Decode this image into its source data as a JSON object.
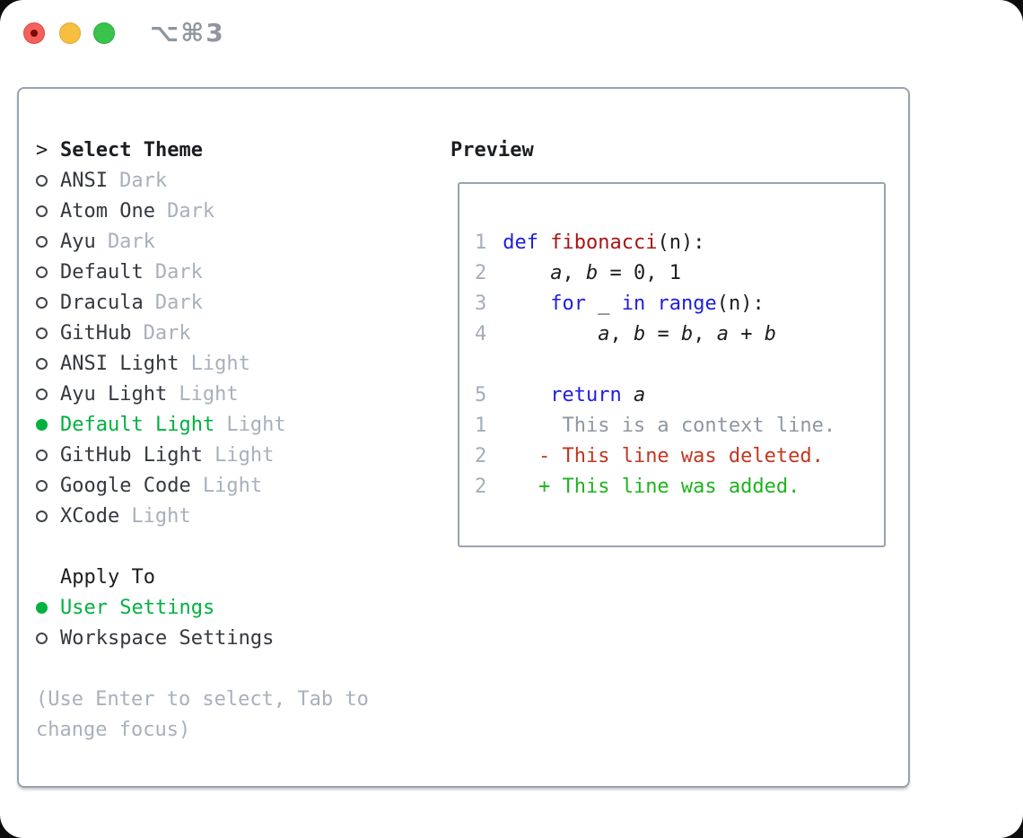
{
  "window": {
    "title": "⌥⌘3",
    "traffic_lights": [
      "close",
      "minimize",
      "zoom"
    ]
  },
  "colors": {
    "accent_green": "#00b140",
    "keyword_blue": "#1d1de0",
    "function_red": "#a81414",
    "diff_red": "#c23621",
    "diff_green": "#1fb31f",
    "muted_gray": "#a8b0bc",
    "border_gray": "#9aa2af"
  },
  "theme_panel": {
    "header": {
      "prefix": ">",
      "label": "Select Theme"
    },
    "themes": [
      {
        "name": "ANSI",
        "variant": "Dark",
        "selected": false
      },
      {
        "name": "Atom One",
        "variant": "Dark",
        "selected": false
      },
      {
        "name": "Ayu",
        "variant": "Dark",
        "selected": false
      },
      {
        "name": "Default",
        "variant": "Dark",
        "selected": false
      },
      {
        "name": "Dracula",
        "variant": "Dark",
        "selected": false
      },
      {
        "name": "GitHub",
        "variant": "Dark",
        "selected": false
      },
      {
        "name": "ANSI Light",
        "variant": "Light",
        "selected": false
      },
      {
        "name": "Ayu Light",
        "variant": "Light",
        "selected": false
      },
      {
        "name": "Default Light",
        "variant": "Light",
        "selected": true
      },
      {
        "name": "GitHub Light",
        "variant": "Light",
        "selected": false
      },
      {
        "name": "Google Code",
        "variant": "Light",
        "selected": false
      },
      {
        "name": "XCode",
        "variant": "Light",
        "selected": false
      }
    ],
    "apply_to": {
      "label": "Apply To",
      "options": [
        {
          "name": "User Settings",
          "selected": true
        },
        {
          "name": "Workspace Settings",
          "selected": false
        }
      ]
    },
    "hint_lines": [
      "(Use Enter to select, Tab to",
      "change focus)"
    ]
  },
  "preview": {
    "label": "Preview",
    "lines": [
      {
        "num": "1",
        "segments": [
          {
            "t": "def",
            "c": "kw"
          },
          {
            "t": " "
          },
          {
            "t": "fibonacci",
            "c": "fn"
          },
          {
            "t": "(n):"
          }
        ]
      },
      {
        "num": "2",
        "segments": [
          {
            "t": "    "
          },
          {
            "t": "a",
            "c": "var"
          },
          {
            "t": ", "
          },
          {
            "t": "b",
            "c": "var"
          },
          {
            "t": " = 0, 1"
          }
        ]
      },
      {
        "num": "3",
        "segments": [
          {
            "t": "    "
          },
          {
            "t": "for",
            "c": "kw"
          },
          {
            "t": " _ "
          },
          {
            "t": "in",
            "c": "kw"
          },
          {
            "t": " "
          },
          {
            "t": "range",
            "c": "kw"
          },
          {
            "t": "(n):"
          }
        ]
      },
      {
        "num": "4",
        "segments": [
          {
            "t": "        "
          },
          {
            "t": "a",
            "c": "var"
          },
          {
            "t": ", "
          },
          {
            "t": "b",
            "c": "var"
          },
          {
            "t": " = "
          },
          {
            "t": "b",
            "c": "var"
          },
          {
            "t": ", "
          },
          {
            "t": "a",
            "c": "var"
          },
          {
            "t": " + "
          },
          {
            "t": "b",
            "c": "var"
          }
        ]
      },
      {
        "num": "",
        "segments": []
      },
      {
        "num": "5",
        "segments": [
          {
            "t": "    "
          },
          {
            "t": "return",
            "c": "kw"
          },
          {
            "t": " "
          },
          {
            "t": "a",
            "c": "var"
          }
        ],
        "order_note": ""
      },
      {
        "num": "1",
        "segments": [
          {
            "t": "     This is a context line.",
            "c": "ctx"
          }
        ]
      },
      {
        "num": "2",
        "segments": [
          {
            "t": "   - This line was deleted.",
            "c": "del"
          }
        ]
      },
      {
        "num": "2",
        "segments": [
          {
            "t": "   + This line was added.",
            "c": "add"
          }
        ]
      }
    ]
  }
}
